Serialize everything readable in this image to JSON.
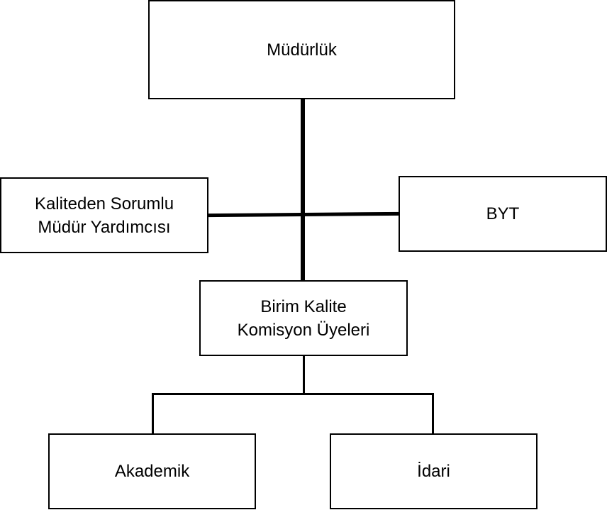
{
  "nodes": {
    "mudurluk": "Müdürlük",
    "kalite_mudur_yardimcisi": {
      "line1": "Kaliteden Sorumlu",
      "line2": "Müdür Yardımcısı"
    },
    "byt": "BYT",
    "birim_kalite": {
      "line1": "Birim Kalite",
      "line2": "Komisyon Üyeleri"
    },
    "akademik": "Akademik",
    "idari": "İdari"
  }
}
